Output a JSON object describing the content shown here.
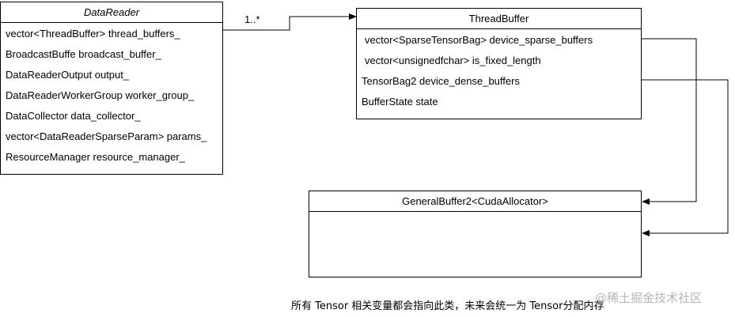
{
  "data_reader": {
    "title": "DataReader",
    "attributes": [
      "vector<ThreadBuffer> thread_buffers_",
      "BroadcastBuffe broadcast_buffer_",
      "DataReaderOutput output_",
      "DataReaderWorkerGroup worker_group_",
      "DataCollector data_collector_",
      "vector<DataReaderSparseParam> params_",
      "ResourceManager resource_manager_"
    ]
  },
  "thread_buffer": {
    "title": "ThreadBuffer",
    "attributes": [
      "vector<SparseTensorBag> device_sparse_buffers",
      "vector<unsignedfchar> is_fixed_length",
      "TensorBag2 device_dense_buffers",
      "BufferState  state"
    ]
  },
  "general_buffer": {
    "title": "GeneralBuffer2<CudaAllocator>"
  },
  "association": {
    "multiplicity": "1..*"
  },
  "caption": "所有 Tensor 相关变量都会指向此类，未来会统一为 Tensor分配内存",
  "watermark": "@稀土掘金技术社区"
}
